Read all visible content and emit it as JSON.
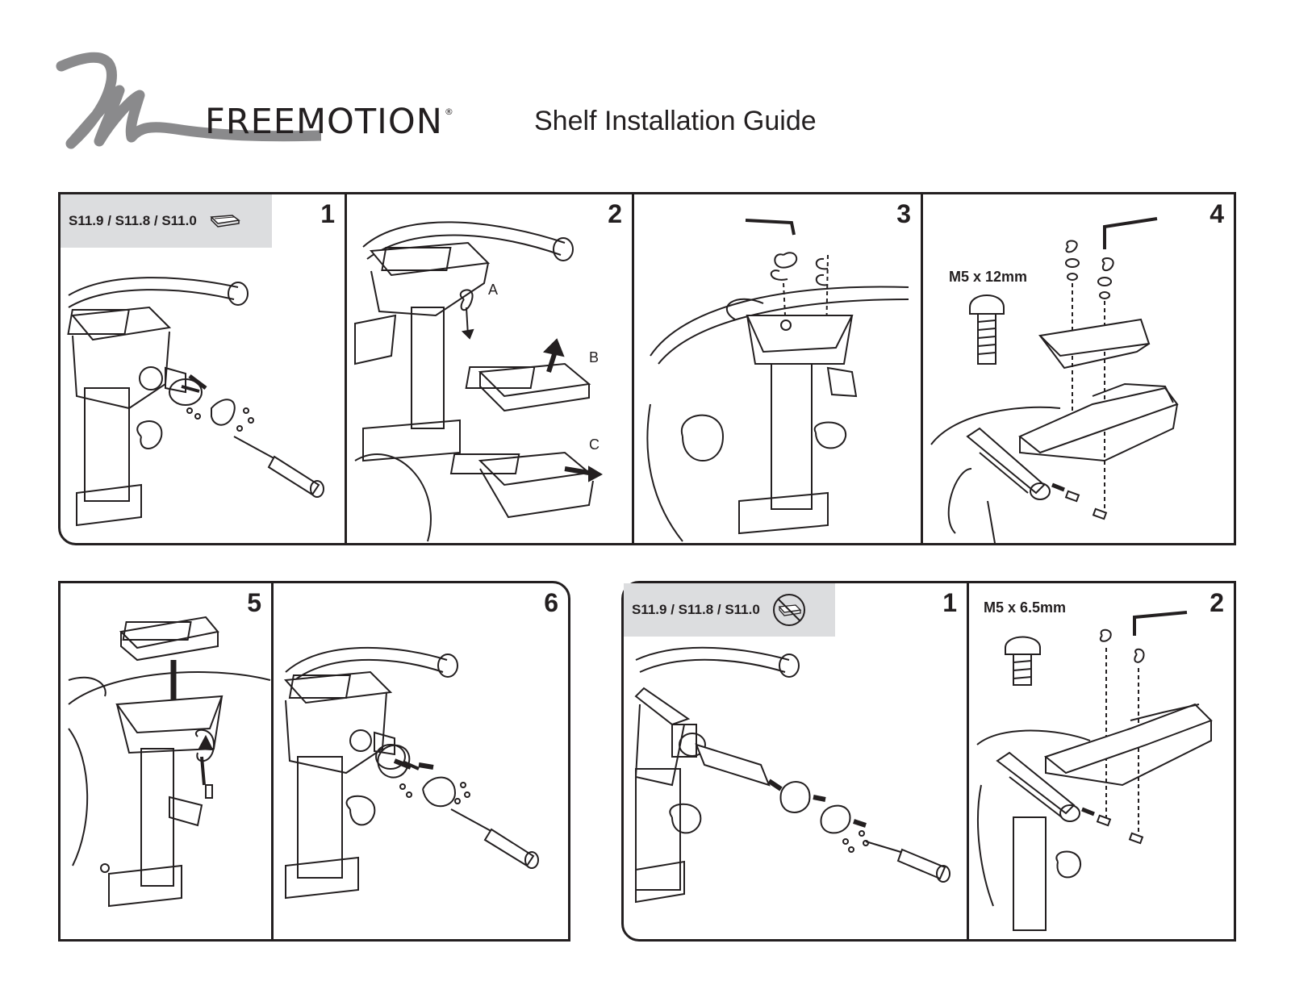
{
  "header": {
    "brand": "FREEMOTION",
    "registered": "®",
    "title": "Shelf Installation Guide"
  },
  "top_row": {
    "model_tag": "S11.9 / S11.8 / S11.0",
    "model_icon": "shelf-icon",
    "steps": [
      {
        "number": "1"
      },
      {
        "number": "2",
        "callouts": [
          "A",
          "B",
          "C"
        ]
      },
      {
        "number": "3"
      },
      {
        "number": "4",
        "spec": "M5 x 12mm"
      }
    ]
  },
  "bottom_left": {
    "steps": [
      {
        "number": "5"
      },
      {
        "number": "6"
      }
    ]
  },
  "bottom_right": {
    "model_tag": "S11.9 / S11.8 / S11.0",
    "model_icon": "no-shelf-icon",
    "steps": [
      {
        "number": "1"
      },
      {
        "number": "2",
        "spec": "M5 x 6.5mm"
      }
    ]
  },
  "colors": {
    "line": "#231f20",
    "tag_background": "#dcdddf",
    "swoosh": "#8a8a8c"
  }
}
